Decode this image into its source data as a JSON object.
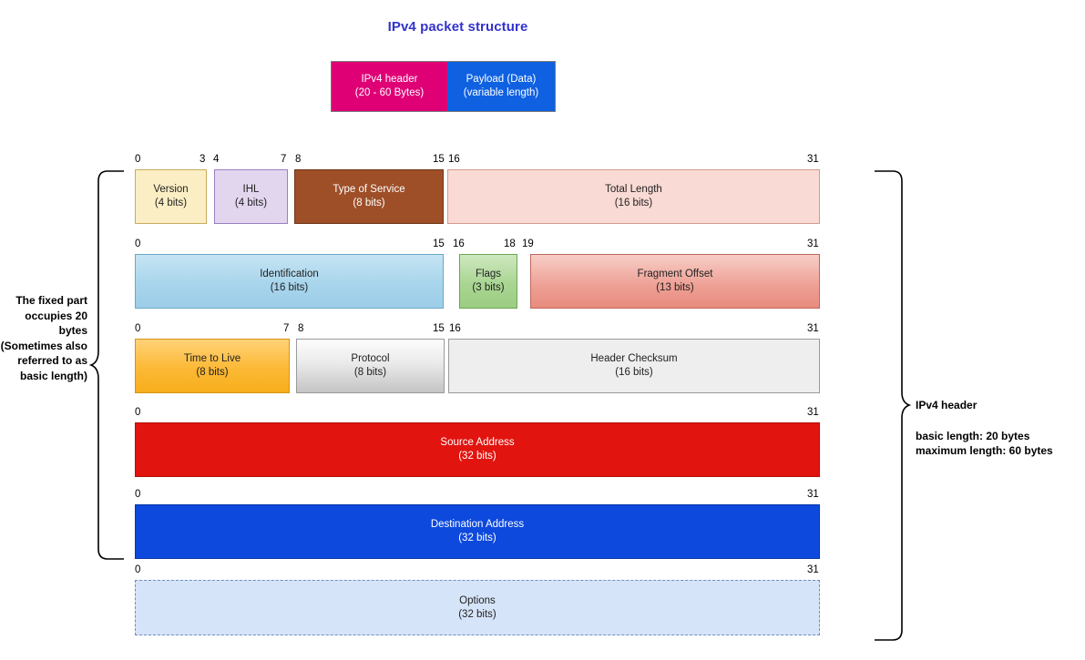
{
  "title": "IPv4 packet structure",
  "title_color": "#3333cc",
  "overview": {
    "header": {
      "name": "IPv4 header",
      "size": "(20 - 60 Bytes)",
      "color": "#df0076"
    },
    "payload": {
      "name": "Payload (Data)",
      "size": "(variable length)",
      "color": "#0f61e2"
    }
  },
  "rows": [
    {
      "ticks": [
        "0",
        "3",
        "4",
        "7",
        "8",
        "15",
        "16",
        "31"
      ],
      "fields": [
        {
          "name": "Version",
          "bits": "(4 bits)"
        },
        {
          "name": "IHL",
          "bits": "(4 bits)"
        },
        {
          "name": "Type of Service",
          "bits": "(8 bits)"
        },
        {
          "name": "Total Length",
          "bits": "(16 bits)"
        }
      ]
    },
    {
      "ticks": [
        "0",
        "15",
        "16",
        "18",
        "19",
        "31"
      ],
      "fields": [
        {
          "name": "Identification",
          "bits": "(16 bits)"
        },
        {
          "name": "Flags",
          "bits": "(3 bits)"
        },
        {
          "name": "Fragment Offset",
          "bits": "(13 bits)"
        }
      ]
    },
    {
      "ticks": [
        "0",
        "7",
        "8",
        "15",
        "16",
        "31"
      ],
      "fields": [
        {
          "name": "Time to Live",
          "bits": "(8 bits)"
        },
        {
          "name": "Protocol",
          "bits": "(8 bits)"
        },
        {
          "name": "Header Checksum",
          "bits": "(16 bits)"
        }
      ]
    },
    {
      "ticks": [
        "0",
        "31"
      ],
      "fields": [
        {
          "name": "Source Address",
          "bits": "(32 bits)"
        }
      ]
    },
    {
      "ticks": [
        "0",
        "31"
      ],
      "fields": [
        {
          "name": "Destination Address",
          "bits": "(32 bits)"
        }
      ]
    },
    {
      "ticks": [
        "0",
        "31"
      ],
      "fields": [
        {
          "name": "Options",
          "bits": "(32 bits)"
        }
      ]
    }
  ],
  "left_annotation": "The fixed part occupies 20 bytes (Sometimes also referred to as basic length)",
  "right_annotation": {
    "title": "IPv4 header",
    "basic": "basic length: 20 bytes",
    "maximum": "maximum length: 60 bytes"
  }
}
